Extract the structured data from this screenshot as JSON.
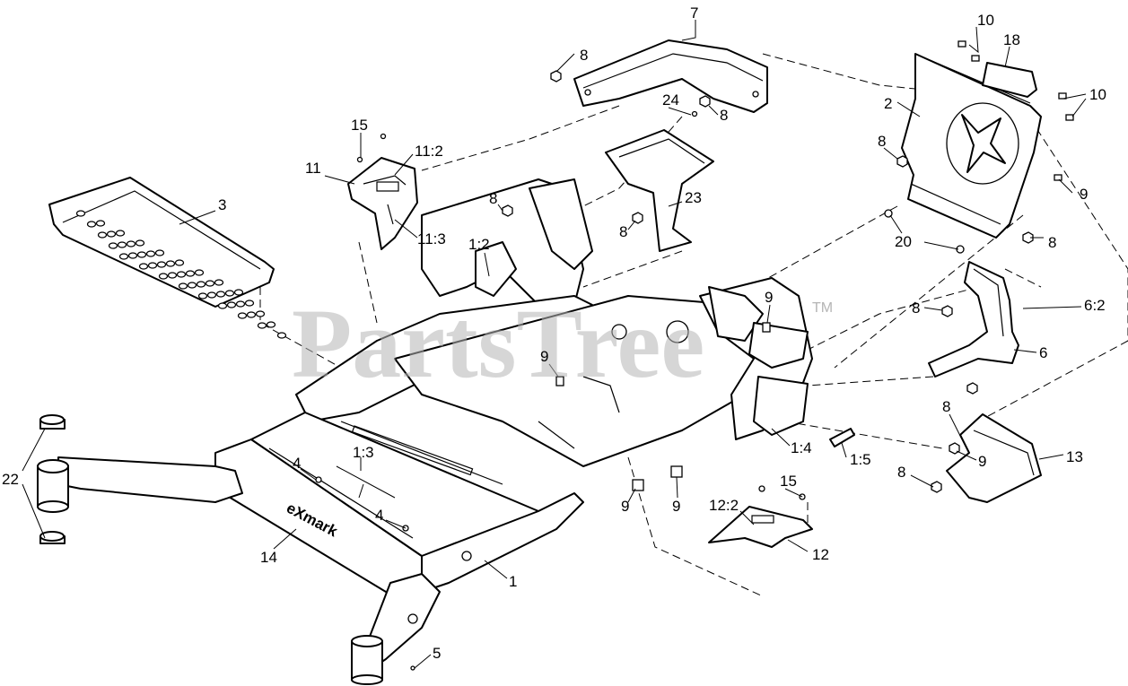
{
  "watermark": {
    "text": "PartsTree",
    "tm": "TM"
  },
  "brand": {
    "logo_text": "eXmark"
  },
  "callouts": [
    {
      "id": "c7",
      "text": "7"
    },
    {
      "id": "c10a",
      "text": "10"
    },
    {
      "id": "c18",
      "text": "18"
    },
    {
      "id": "c8a",
      "text": "8"
    },
    {
      "id": "c24",
      "text": "24"
    },
    {
      "id": "c8b",
      "text": "8"
    },
    {
      "id": "c2",
      "text": "2"
    },
    {
      "id": "c10b",
      "text": "10"
    },
    {
      "id": "c15a",
      "text": "15"
    },
    {
      "id": "c11_2",
      "text": "11:2"
    },
    {
      "id": "c11",
      "text": "11"
    },
    {
      "id": "c8c",
      "text": "8"
    },
    {
      "id": "c9a",
      "text": "9"
    },
    {
      "id": "c3",
      "text": "3"
    },
    {
      "id": "c8d",
      "text": "8"
    },
    {
      "id": "c23",
      "text": "23"
    },
    {
      "id": "c11_3",
      "text": "11:3"
    },
    {
      "id": "c8e",
      "text": "8"
    },
    {
      "id": "c20",
      "text": "20"
    },
    {
      "id": "c8f",
      "text": "8"
    },
    {
      "id": "c1_2",
      "text": "1:2"
    },
    {
      "id": "c9b",
      "text": "9"
    },
    {
      "id": "c8g",
      "text": "8"
    },
    {
      "id": "c6_2",
      "text": "6:2"
    },
    {
      "id": "c6",
      "text": "6"
    },
    {
      "id": "c9c",
      "text": "9"
    },
    {
      "id": "c8h",
      "text": "8"
    },
    {
      "id": "c13",
      "text": "13"
    },
    {
      "id": "c1_4",
      "text": "1:4"
    },
    {
      "id": "c1_5",
      "text": "1:5"
    },
    {
      "id": "c9d",
      "text": "9"
    },
    {
      "id": "c8i",
      "text": "8"
    },
    {
      "id": "c22",
      "text": "22"
    },
    {
      "id": "c1_3",
      "text": "1:3"
    },
    {
      "id": "c4a",
      "text": "4"
    },
    {
      "id": "c15b",
      "text": "15"
    },
    {
      "id": "c12_2",
      "text": "12:2"
    },
    {
      "id": "c9e",
      "text": "9"
    },
    {
      "id": "c9f",
      "text": "9"
    },
    {
      "id": "c4b",
      "text": "4"
    },
    {
      "id": "c14",
      "text": "14"
    },
    {
      "id": "c12",
      "text": "12"
    },
    {
      "id": "c1",
      "text": "1"
    },
    {
      "id": "c5",
      "text": "5"
    }
  ]
}
